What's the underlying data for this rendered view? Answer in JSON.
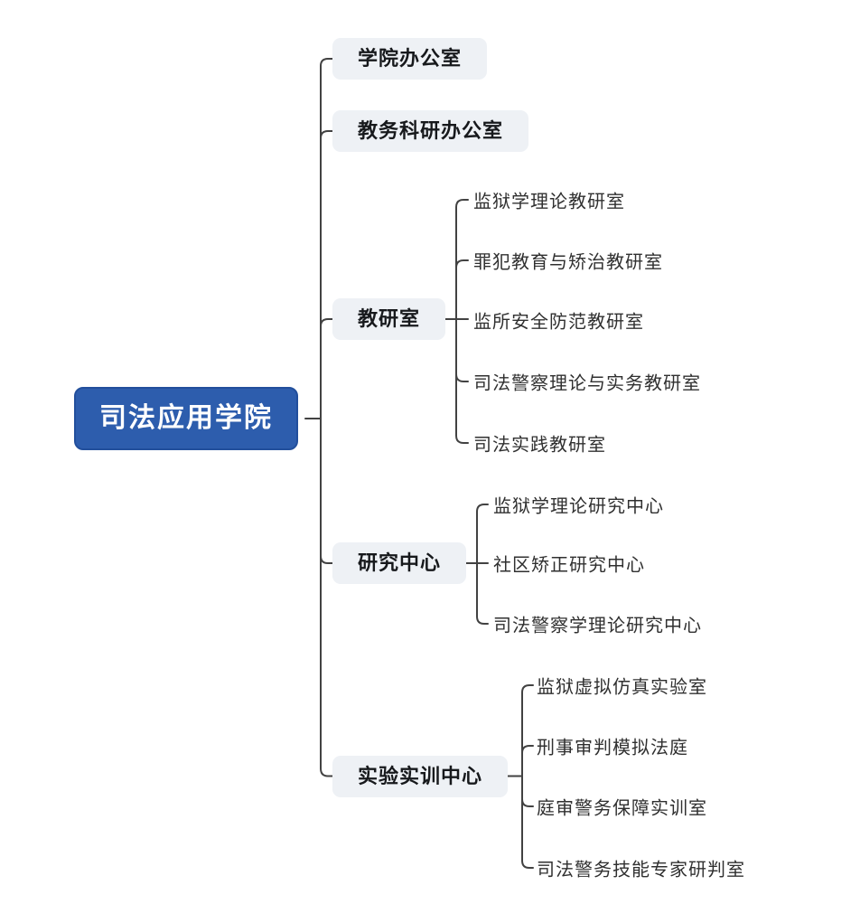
{
  "root": {
    "label": "司法应用学院"
  },
  "branches": [
    {
      "label": "学院办公室",
      "children": []
    },
    {
      "label": "教务科研办公室",
      "children": []
    },
    {
      "label": "教研室",
      "children": [
        "监狱学理论教研室",
        "罪犯教育与矫治教研室",
        "监所安全防范教研室",
        "司法警察理论与实务教研室",
        "司法实践教研室"
      ]
    },
    {
      "label": "研究中心",
      "children": [
        "监狱学理论研究中心",
        "社区矫正研究中心",
        "司法警察学理论研究中心"
      ]
    },
    {
      "label": "实验实训中心",
      "children": [
        "监狱虚拟仿真实验室",
        "刑事审判模拟法庭",
        "庭审警务保障实训室",
        "司法警务技能专家研判室"
      ]
    }
  ],
  "colors": {
    "background": "#ffffff",
    "root_bg": "#2d5dad",
    "root_border": "#224f9c",
    "root_text": "#ffffff",
    "branch_bg": "#eef1f5",
    "branch_text": "#17191c",
    "leaf_text": "#303030",
    "line": "#424242"
  }
}
